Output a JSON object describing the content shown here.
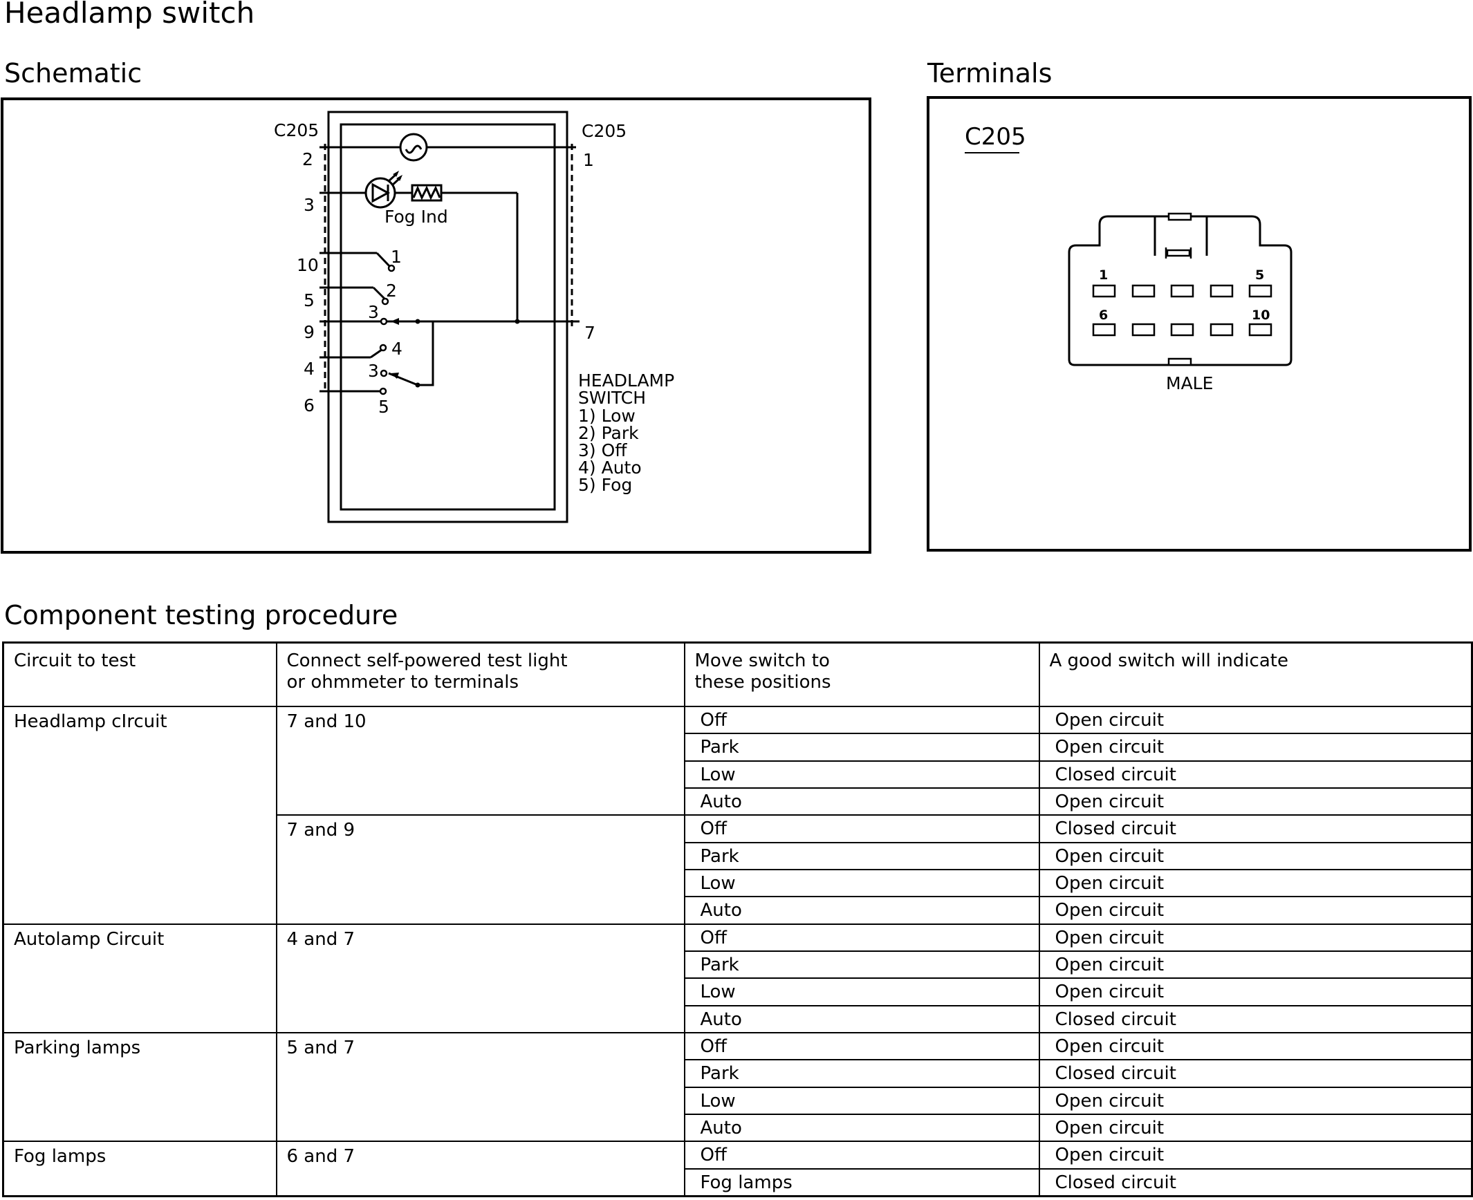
{
  "page": {
    "title": "Headlamp switch",
    "schematic_heading": "Schematic",
    "terminals_heading": "Terminals",
    "procedure_heading": "Component testing procedure"
  },
  "schematic": {
    "connector_left": "C205",
    "connector_right": "C205",
    "left_pins": [
      "2",
      "3",
      "10",
      "5",
      "9",
      "4",
      "6"
    ],
    "right_pins": [
      "1",
      "7"
    ],
    "fog_ind_label": "Fog Ind",
    "switch_contacts": [
      "1",
      "2",
      "3",
      "4",
      "3",
      "5"
    ],
    "switch_title": [
      "HEADLAMP",
      "SWITCH"
    ],
    "switch_positions": [
      "1) Low",
      "2) Park",
      "3) Off",
      "4) Auto",
      "5) Fog"
    ]
  },
  "terminals": {
    "connector": "C205",
    "pin_labels": [
      "1",
      "5",
      "6",
      "10"
    ],
    "gender": "MALE"
  },
  "procedure": {
    "headers": [
      "Circuit to test",
      "Connect self-powered test light\nor ohmmeter to terminals",
      "Move switch to\nthese positions",
      "A good switch will indicate"
    ],
    "circuits": [
      {
        "name": "Headlamp cIrcuit",
        "groups": [
          {
            "terminals": "7 and 10",
            "rows": [
              {
                "position": "Off",
                "result": "Open circuit"
              },
              {
                "position": "Park",
                "result": "Open circuit"
              },
              {
                "position": "Low",
                "result": "Closed circuit"
              },
              {
                "position": "Auto",
                "result": "Open circuit"
              }
            ]
          },
          {
            "terminals": "7 and 9",
            "rows": [
              {
                "position": "Off",
                "result": "Closed circuit"
              },
              {
                "position": "Park",
                "result": "Open circuit"
              },
              {
                "position": "Low",
                "result": "Open circuit"
              },
              {
                "position": "Auto",
                "result": "Open circuit"
              }
            ]
          }
        ]
      },
      {
        "name": "Autolamp Circuit",
        "groups": [
          {
            "terminals": "4 and 7",
            "rows": [
              {
                "position": "Off",
                "result": "Open circuit"
              },
              {
                "position": "Park",
                "result": "Open circuit"
              },
              {
                "position": "Low",
                "result": "Open circuit"
              },
              {
                "position": "Auto",
                "result": "Closed circuit"
              }
            ]
          }
        ]
      },
      {
        "name": "Parking lamps",
        "groups": [
          {
            "terminals": "5 and 7",
            "rows": [
              {
                "position": "Off",
                "result": "Open circuit"
              },
              {
                "position": "Park",
                "result": "Closed circuit"
              },
              {
                "position": "Low",
                "result": "Open circuit"
              },
              {
                "position": "Auto",
                "result": "Open circuit"
              }
            ]
          }
        ]
      },
      {
        "name": "Fog lamps",
        "groups": [
          {
            "terminals": "6 and 7",
            "rows": [
              {
                "position": "Off",
                "result": "Open circuit"
              },
              {
                "position": "Fog lamps",
                "result": "Closed circuit"
              }
            ]
          }
        ]
      }
    ]
  }
}
